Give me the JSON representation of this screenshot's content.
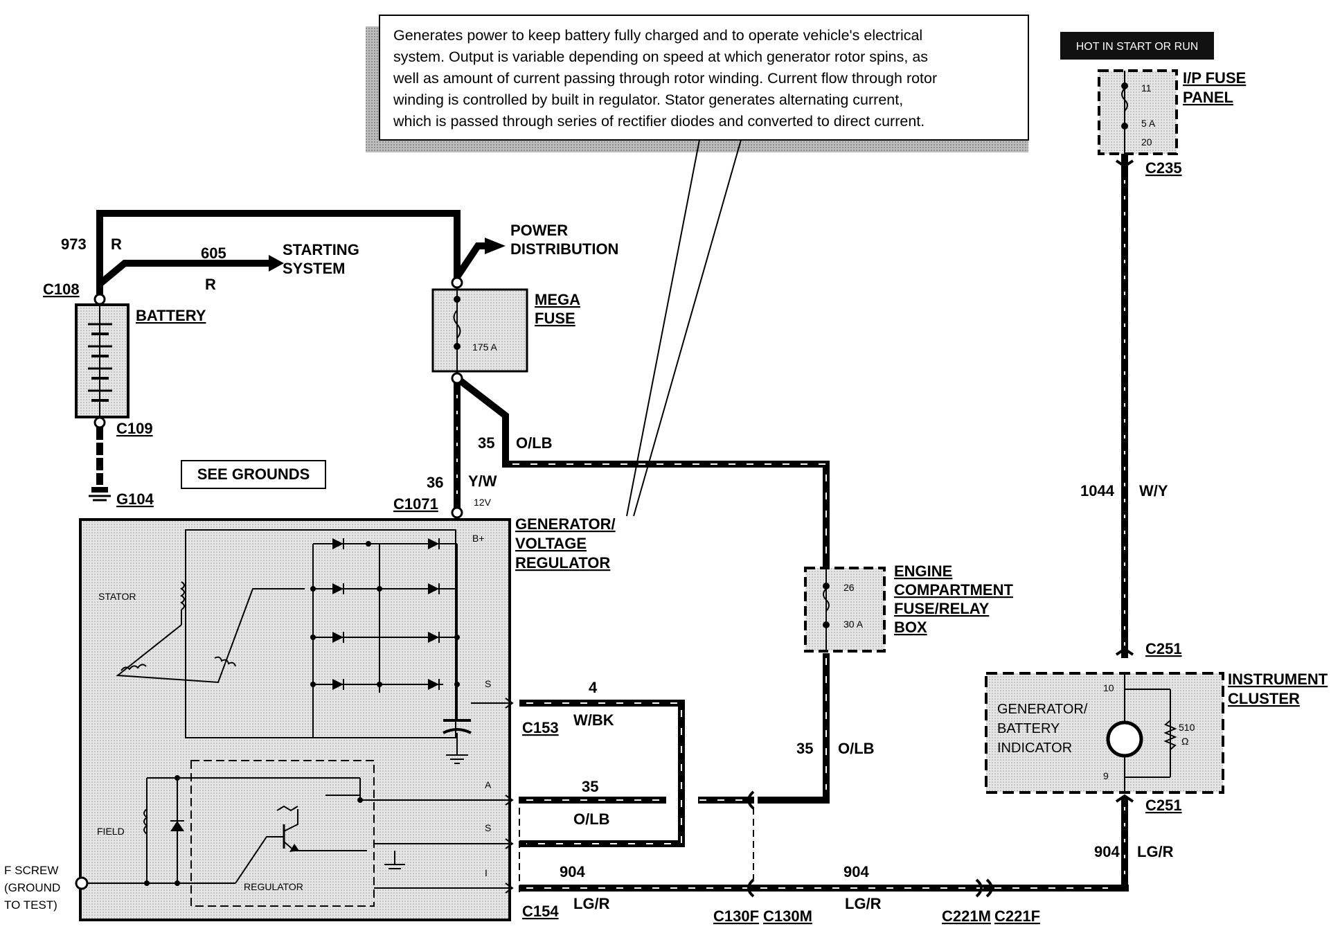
{
  "note_lines": [
    "Generates power to keep battery fully charged and to operate vehicle's electrical",
    "system. Output is variable depending on speed at which generator rotor spins, as",
    "well as amount of current passing through rotor winding. Current flow through rotor",
    "winding is controlled by built in regulator. Stator generates alternating current,",
    "which is passed through series of rectifier diodes and converted to direct current."
  ],
  "hot_label": "HOT IN START OR RUN",
  "labels": {
    "c108": "C108",
    "c109": "C109",
    "g104": "G104",
    "battery": "BATTERY",
    "w973": "973",
    "r1": "R",
    "w605": "605",
    "r2": "R",
    "starting1": "STARTING",
    "starting2": "SYSTEM",
    "power1": "POWER",
    "power2": "DISTRIBUTION",
    "mega1": "MEGA",
    "mega2": "FUSE",
    "mega_amp": "175 A",
    "w35a": "35",
    "olb_a": "O/LB",
    "w36": "36",
    "yw": "Y/W",
    "v12": "12V",
    "c1071": "C1071",
    "see_grounds": "SEE GROUNDS",
    "gen1": "GENERATOR/",
    "gen2": "VOLTAGE",
    "gen3": "REGULATOR",
    "bplus": "B+",
    "stator": "STATOR",
    "field": "FIELD",
    "regulator": "REGULATOR",
    "pin_s1": "S",
    "pin_a": "A",
    "pin_s2": "S",
    "pin_i": "I",
    "fscrew1": "F SCREW",
    "fscrew2": "(GROUND",
    "fscrew3": "TO TEST)",
    "w4": "4",
    "wbk": "W/BK",
    "c153": "C153",
    "w35b": "35",
    "olb_b": "O/LB",
    "w904a": "904",
    "lgr_a": "LG/R",
    "c154": "C154",
    "c130f": "C130F",
    "c130m": "C130M",
    "w904b": "904",
    "lgr_b": "LG/R",
    "c221m": "C221M",
    "c221f": "C221F",
    "ecb1": "ENGINE",
    "ecb2": "COMPARTMENT",
    "ecb3": "FUSE/RELAY",
    "ecb4": "BOX",
    "ecb_pin": "26",
    "ecb_amp": "30 A",
    "w35c": "35",
    "olb_c": "O/LB",
    "ip1": "I/P FUSE",
    "ip2": "PANEL",
    "ip_pin1": "11",
    "ip_amp": "5 A",
    "ip_pin2": "20",
    "c235": "C235",
    "w1044": "1044",
    "wy": "W/Y",
    "c251a": "C251",
    "c251b": "C251",
    "ic1": "INSTRUMENT",
    "ic2": "CLUSTER",
    "gbi1": "GENERATOR/",
    "gbi2": "BATTERY",
    "gbi3": "INDICATOR",
    "pin10": "10",
    "pin9": "9",
    "r510": "510",
    "ohm": "Ω",
    "w904c": "904",
    "lgr_c": "LG/R"
  },
  "colors": {
    "wire": "#000000",
    "shade": "#d9d9d9",
    "dark_shade": "#9a9a9a",
    "hot_bg": "#111111"
  }
}
